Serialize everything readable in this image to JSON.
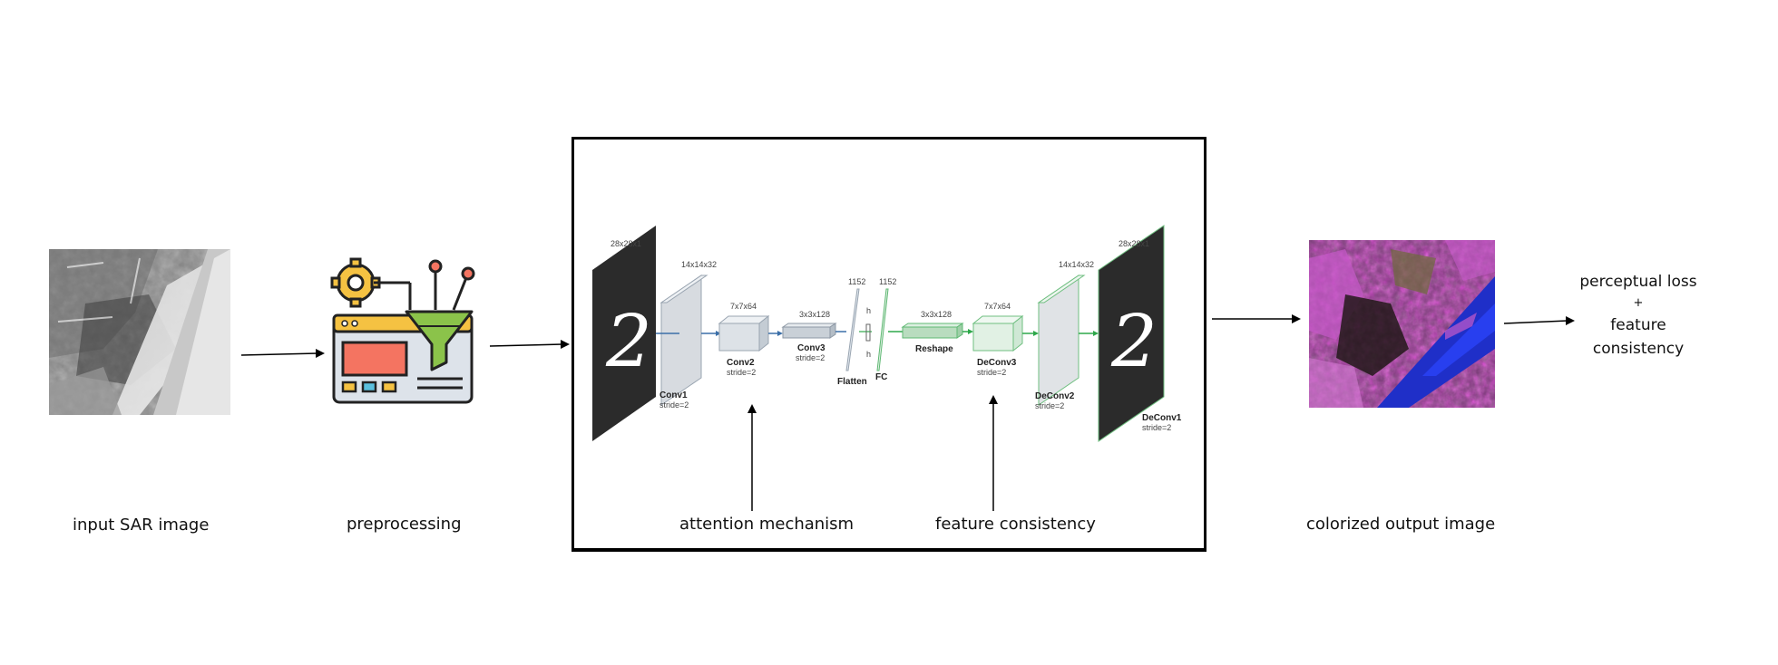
{
  "captions": {
    "input": "input SAR image",
    "preprocessing": "preprocessing",
    "attention": "attention mechanism",
    "feature": "feature consistency",
    "output": "colorized output image"
  },
  "loss": {
    "line1": "perceptual loss",
    "plus": "+",
    "line2": "feature",
    "line3": "consistency"
  },
  "network": {
    "input_dim": "28x28x1",
    "input_digit": "2",
    "conv1_dim": "14x14x32",
    "conv1_name": "Conv1",
    "conv1_stride": "stride=2",
    "conv2_dim": "7x7x64",
    "conv2_name": "Conv2",
    "conv2_stride": "stride=2",
    "conv3_dim": "3x3x128",
    "conv3_name": "Conv3",
    "conv3_stride": "stride=2",
    "flatten_dim": "1152",
    "flatten_name": "Flatten",
    "fc_dim": "1152",
    "fc_h1": "h",
    "fc_h2": "h",
    "fc_name": "FC",
    "reshape_dim": "3x3x128",
    "reshape_name": "Reshape",
    "deconv3_dim": "7x7x64",
    "deconv3_name": "DeConv3",
    "deconv3_stride": "stride=2",
    "deconv2_dim": "14x14x32",
    "deconv2_name": "DeConv2",
    "deconv2_stride": "stride=2",
    "output_dim": "28x28x1",
    "output_digit": "2",
    "deconv1_name": "DeConv1",
    "deconv1_stride": "stride=2"
  },
  "colors": {
    "encoder_arrow": "#3b6fa8",
    "decoder_green": "#2ea84a",
    "icon_orange": "#f5c242",
    "icon_green": "#8bc34a",
    "icon_red": "#f47461",
    "output_blue": "#1f2fc8",
    "output_magenta": "#c65ac9"
  }
}
